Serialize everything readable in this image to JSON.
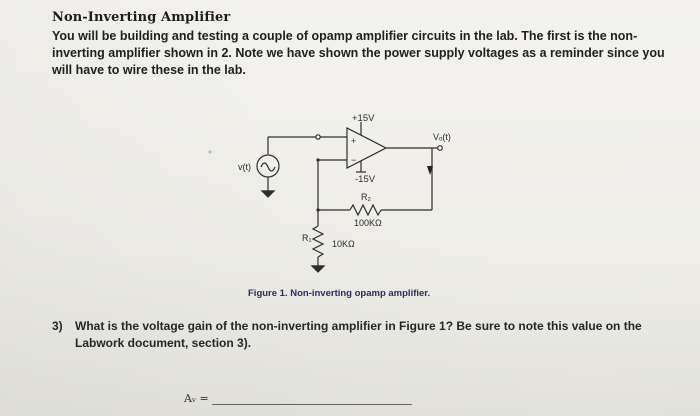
{
  "doc": {
    "heading": "Non-Inverting Amplifier",
    "intro_lines": [
      "You will be building and testing a couple of opamp amplifier circuits in the lab. The first is the non-",
      "inverting amplifier shown in 2. Note we have shown the power supply voltages as a reminder since you",
      "will have to wire these in the lab."
    ]
  },
  "circuit": {
    "supply_pos": "+15V",
    "supply_neg": "-15V",
    "input_label": "v(t)",
    "output_label": "Vₒ(t)",
    "rf_label": "R₂",
    "rf_value": "100KΩ",
    "r1_label": "R₁",
    "r1_value": "10KΩ",
    "plus_sign": "+",
    "minus_sign": "−"
  },
  "figure_caption": "Figure 1. Non-inverting opamp amplifier.",
  "question": {
    "number": "3)",
    "line1": "What is the voltage gain of the non-inverting amplifier in Figure 1? Be sure to note this value on the",
    "line2": "Labwork document, section 3)."
  },
  "answer": {
    "label": "Aᵥ ="
  }
}
